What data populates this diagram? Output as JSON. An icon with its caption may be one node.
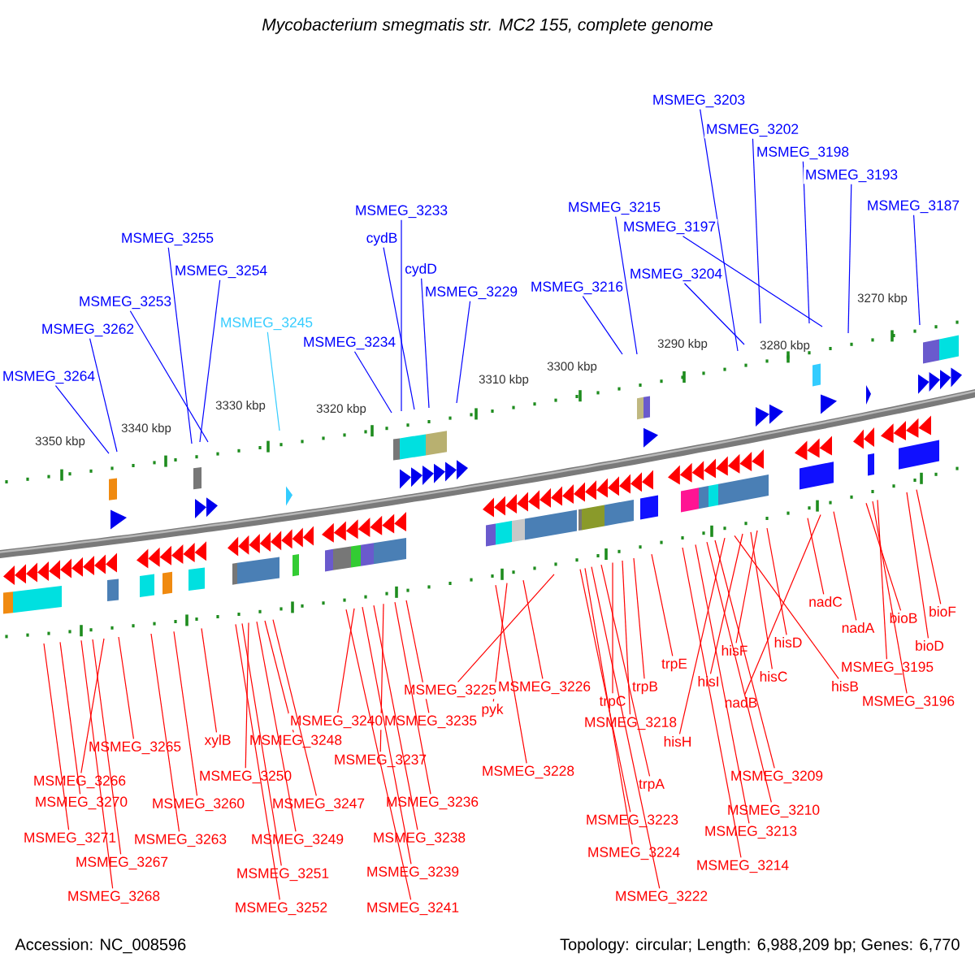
{
  "diagram": {
    "title": "Mycobacterium smegmatis str. MC2 155, complete genome",
    "nodes": [
      {
        "text": [
          "MSMEG_3203"
        ]
      },
      {
        "text": [
          "MSMEG_3202"
        ]
      },
      {
        "text": [
          "MSMEG_3198"
        ]
      },
      {
        "text": [
          "MSMEG_3193"
        ]
      },
      {
        "text": [
          "MSMEG_3187"
        ]
      },
      {
        "text": [
          "MSMEG_3233"
        ]
      },
      {
        "text": [
          "MSMEG_3197"
        ]
      },
      {
        "text": [
          "MSMEG_3215"
        ]
      },
      {
        "text": [
          "MSMEG_3255"
        ]
      },
      {
        "text": [
          "cydB"
        ]
      },
      {
        "text": [
          "MSMEG_3204"
        ]
      },
      {
        "text": [
          "cydD"
        ]
      },
      {
        "text": [
          "MSMEG_3254"
        ]
      },
      {
        "text": [
          "MSMEG_3216"
        ]
      },
      {
        "text": [
          "MSMEG_3229"
        ]
      },
      {
        "text": [
          "MSMEG_3253"
        ]
      },
      {
        "text": [
          "MSMEG_3245"
        ]
      },
      {
        "text": [
          "MSMEG_3234"
        ]
      },
      {
        "text": [
          "MSMEG_3262"
        ]
      },
      {
        "text": [
          "MSMEG_3264"
        ]
      },
      {
        "text": [
          "nadC"
        ]
      },
      {
        "text": [
          "bioF"
        ]
      },
      {
        "text": [
          "bioB"
        ]
      },
      {
        "text": [
          "nadA"
        ]
      },
      {
        "text": [
          "hisD"
        ]
      },
      {
        "text": [
          "bioD"
        ]
      },
      {
        "text": [
          "hisF"
        ]
      },
      {
        "text": [
          "trpE"
        ]
      },
      {
        "text": [
          "MSMEG_3195"
        ]
      },
      {
        "text": [
          "hisC"
        ]
      },
      {
        "text": [
          "hisI"
        ]
      },
      {
        "text": [
          "MSMEG_3226"
        ]
      },
      {
        "text": [
          "trpB"
        ]
      },
      {
        "text": [
          "MSMEG_3196"
        ]
      },
      {
        "text": [
          "pyk"
        ]
      },
      {
        "text": [
          "hisB"
        ]
      },
      {
        "text": [
          "MSMEG_3218"
        ]
      },
      {
        "text": [
          "MSMEG_3235"
        ]
      },
      {
        "text": [
          "nadB"
        ]
      },
      {
        "text": [
          "MSMEG_3248"
        ]
      },
      {
        "text": [
          "xylB"
        ]
      },
      {
        "text": [
          "hisH"
        ]
      },
      {
        "text": [
          "MSMEG_3265"
        ]
      },
      {
        "text": [
          "MSMEG_3225"
        ]
      },
      {
        "text": [
          "trpC"
        ]
      },
      {
        "text": [
          "MSMEG_3237"
        ]
      },
      {
        "text": [
          "MSMEG_3228"
        ]
      },
      {
        "text": [
          "MSMEG_3250"
        ]
      },
      {
        "text": [
          "MSMEG_3240"
        ]
      },
      {
        "text": [
          "MSMEG_3209"
        ]
      },
      {
        "text": [
          "MSMEG_3266"
        ]
      },
      {
        "text": [
          "trpA"
        ]
      },
      {
        "text": [
          "MSMEG_3270"
        ]
      },
      {
        "text": [
          "MSMEG_3260"
        ]
      },
      {
        "text": [
          "MSMEG_3247"
        ]
      },
      {
        "text": [
          "MSMEG_3236"
        ]
      },
      {
        "text": [
          "MSMEG_3210"
        ]
      },
      {
        "text": [
          "MSMEG_3223"
        ]
      },
      {
        "text": [
          "MSMEG_3213"
        ]
      },
      {
        "text": [
          "MSMEG_3271"
        ]
      },
      {
        "text": [
          "MSMEG_3263"
        ]
      },
      {
        "text": [
          "MSMEG_3249"
        ]
      },
      {
        "text": [
          "MSMEG_3238"
        ]
      },
      {
        "text": [
          "MSMEG_3224"
        ]
      },
      {
        "text": [
          "MSMEG_3267"
        ]
      },
      {
        "text": [
          "MSMEG_3214"
        ]
      },
      {
        "text": [
          "MSMEG_3251"
        ]
      },
      {
        "text": [
          "MSMEG_3239"
        ]
      },
      {
        "text": [
          "MSMEG_3268"
        ]
      },
      {
        "text": [
          "MSMEG_3222"
        ]
      },
      {
        "text": [
          "MSMEG_3252"
        ]
      },
      {
        "text": [
          "MSMEG_3241"
        ]
      }
    ],
    "edges": [
      {
        "from": 0,
        "to": null,
        "arrow": "none",
        "color": "#0000ff"
      },
      {
        "from": 1,
        "to": null,
        "arrow": "none",
        "color": "#0000ff"
      },
      {
        "from": 2,
        "to": null,
        "arrow": "none",
        "color": "#0000ff"
      },
      {
        "from": 3,
        "to": null,
        "arrow": "none",
        "color": "#0000ff"
      },
      {
        "from": 4,
        "to": null,
        "arrow": "none",
        "color": "#0000ff"
      },
      {
        "from": 5,
        "to": null,
        "arrow": "none",
        "color": "#0000ff"
      },
      {
        "from": 6,
        "to": null,
        "arrow": "none",
        "color": "#0000ff"
      },
      {
        "from": 7,
        "to": null,
        "arrow": "none",
        "color": "#0000ff"
      },
      {
        "from": 8,
        "to": null,
        "arrow": "none",
        "color": "#0000ff"
      },
      {
        "from": 9,
        "to": null,
        "arrow": "none",
        "color": "#0000ff"
      },
      {
        "from": 10,
        "to": null,
        "arrow": "none",
        "color": "#0000ff"
      },
      {
        "from": 11,
        "to": null,
        "arrow": "none",
        "color": "#0000ff"
      },
      {
        "from": 12,
        "to": null,
        "arrow": "none",
        "color": "#0000ff"
      },
      {
        "from": 13,
        "to": null,
        "arrow": "none",
        "color": "#0000ff"
      },
      {
        "from": 14,
        "to": null,
        "arrow": "none",
        "color": "#0000ff"
      },
      {
        "from": 15,
        "to": null,
        "arrow": "none",
        "color": "#0000ff"
      },
      {
        "from": 16,
        "to": null,
        "arrow": "none",
        "color": "#33ccff"
      },
      {
        "from": 17,
        "to": null,
        "arrow": "none",
        "color": "#0000ff"
      },
      {
        "from": 18,
        "to": null,
        "arrow": "none",
        "color": "#0000ff"
      },
      {
        "from": 19,
        "to": null,
        "arrow": "none",
        "color": "#0000ff"
      },
      {
        "from": 20,
        "to": null,
        "arrow": "none"
      },
      {
        "from": 21,
        "to": null,
        "arrow": "none"
      },
      {
        "from": 22,
        "to": null,
        "arrow": "none"
      },
      {
        "from": 23,
        "to": null,
        "arrow": "none"
      },
      {
        "from": 24,
        "to": null,
        "arrow": "none"
      },
      {
        "from": 25,
        "to": null,
        "arrow": "none"
      },
      {
        "from": 26,
        "to": null,
        "arrow": "none"
      },
      {
        "from": 27,
        "to": null,
        "arrow": "none"
      },
      {
        "from": 28,
        "to": null,
        "arrow": "none"
      },
      {
        "from": 29,
        "to": null,
        "arrow": "none"
      },
      {
        "from": 30,
        "to": null,
        "arrow": "none"
      },
      {
        "from": 31,
        "to": null,
        "arrow": "none"
      },
      {
        "from": 32,
        "to": null,
        "arrow": "none"
      },
      {
        "from": 33,
        "to": null,
        "arrow": "none"
      },
      {
        "from": 34,
        "to": null,
        "arrow": "none"
      },
      {
        "from": 35,
        "to": null,
        "arrow": "none"
      },
      {
        "from": 36,
        "to": null,
        "arrow": "none"
      },
      {
        "from": 37,
        "to": null,
        "arrow": "none"
      },
      {
        "from": 38,
        "to": null,
        "arrow": "none"
      },
      {
        "from": 39,
        "to": null,
        "arrow": "none"
      },
      {
        "from": 40,
        "to": null,
        "arrow": "none"
      },
      {
        "from": 41,
        "to": null,
        "arrow": "none"
      },
      {
        "from": 42,
        "to": null,
        "arrow": "none"
      },
      {
        "from": 43,
        "to": null,
        "arrow": "none"
      },
      {
        "from": 44,
        "to": null,
        "arrow": "none"
      },
      {
        "from": 45,
        "to": null,
        "arrow": "none"
      },
      {
        "from": 46,
        "to": null,
        "arrow": "none"
      },
      {
        "from": 47,
        "to": null,
        "arrow": "none"
      },
      {
        "from": 48,
        "to": null,
        "arrow": "none"
      },
      {
        "from": 49,
        "to": null,
        "arrow": "none"
      },
      {
        "from": 50,
        "to": null,
        "arrow": "none"
      },
      {
        "from": 51,
        "to": null,
        "arrow": "none"
      },
      {
        "from": 52,
        "to": null,
        "arrow": "none"
      },
      {
        "from": 53,
        "to": null,
        "arrow": "none"
      },
      {
        "from": 54,
        "to": null,
        "arrow": "none"
      },
      {
        "from": 55,
        "to": null,
        "arrow": "none"
      },
      {
        "from": 56,
        "to": null,
        "arrow": "none"
      },
      {
        "from": 57,
        "to": null,
        "arrow": "none"
      },
      {
        "from": 58,
        "to": null,
        "arrow": "none"
      },
      {
        "from": 59,
        "to": null,
        "arrow": "none"
      },
      {
        "from": 60,
        "to": null,
        "arrow": "none"
      },
      {
        "from": 61,
        "to": null,
        "arrow": "none"
      },
      {
        "from": 62,
        "to": null,
        "arrow": "none"
      },
      {
        "from": 63,
        "to": null,
        "arrow": "none"
      },
      {
        "from": 64,
        "to": null,
        "arrow": "none"
      },
      {
        "from": 65,
        "to": null,
        "arrow": "none"
      },
      {
        "from": 66,
        "to": null,
        "arrow": "none"
      },
      {
        "from": 67,
        "to": null,
        "arrow": "none"
      },
      {
        "from": 68,
        "to": null,
        "arrow": "none"
      },
      {
        "from": 69,
        "to": null,
        "arrow": "none"
      },
      {
        "from": 70,
        "to": null,
        "arrow": "none"
      },
      {
        "from": 71,
        "to": null,
        "arrow": "none"
      }
    ],
    "labels": [
      "3350 kbp",
      "3340 kbp",
      "3330 kbp",
      "3320 kbp",
      "3310 kbp",
      "3300 kbp",
      "3290 kbp",
      "3280 kbp",
      "3270 kbp",
      "Accession: NC_008596",
      "Topology: circular; Length: 6,988,209 bp; Genes: 6,770"
    ]
  }
}
